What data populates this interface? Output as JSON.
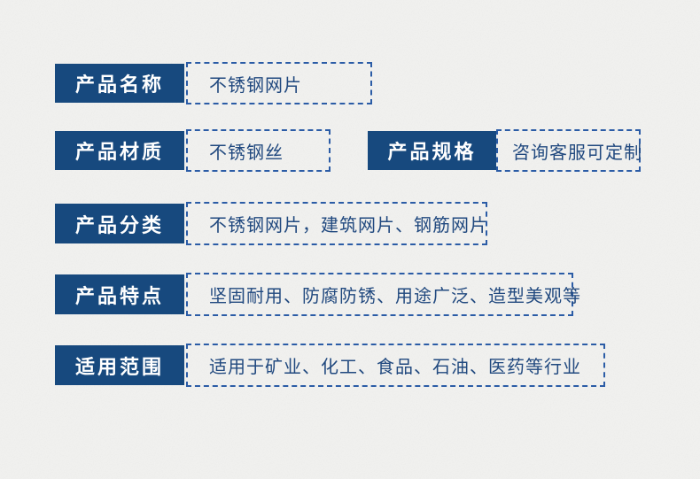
{
  "theme": {
    "background_color": "#F2F2F0",
    "label_background_color": "#17497E",
    "label_text_color": "#FFFFFF",
    "value_text_color": "#21497F",
    "dashed_border_color": "#2B5CA6"
  },
  "product_info": {
    "rows": [
      {
        "label": "产品名称",
        "value": "不锈钢网片"
      },
      {
        "label": "产品材质",
        "value": "不锈钢丝"
      },
      {
        "label": "产品规格",
        "value": "咨询客服可定制"
      },
      {
        "label": "产品分类",
        "value": "不锈钢网片，建筑网片、钢筋网片"
      },
      {
        "label": "产品特点",
        "value": "坚固耐用、防腐防锈、用途广泛、造型美观等"
      },
      {
        "label": "适用范围",
        "value": "适用于矿业、化工、食品、石油、医药等行业"
      }
    ]
  }
}
